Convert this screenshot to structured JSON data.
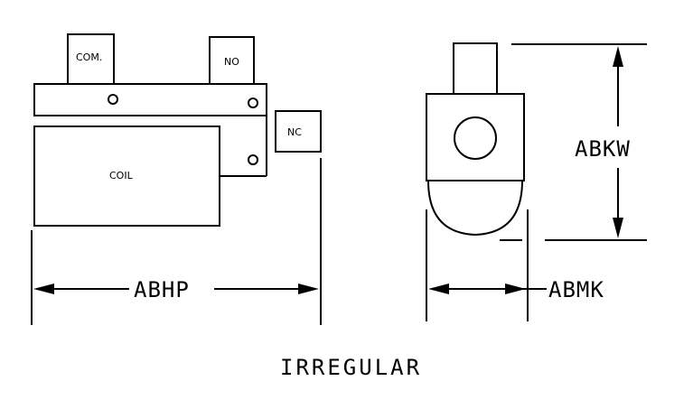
{
  "diagram": {
    "side_view": {
      "terminals": {
        "common": "COM.",
        "normally_open": "NO",
        "normally_closed": "NC"
      },
      "coil_label": "COIL",
      "width_dimension": "ABHP"
    },
    "end_view": {
      "height_dimension": "ABKW",
      "width_dimension": "ABMK"
    },
    "caption": "IRREGULAR"
  }
}
